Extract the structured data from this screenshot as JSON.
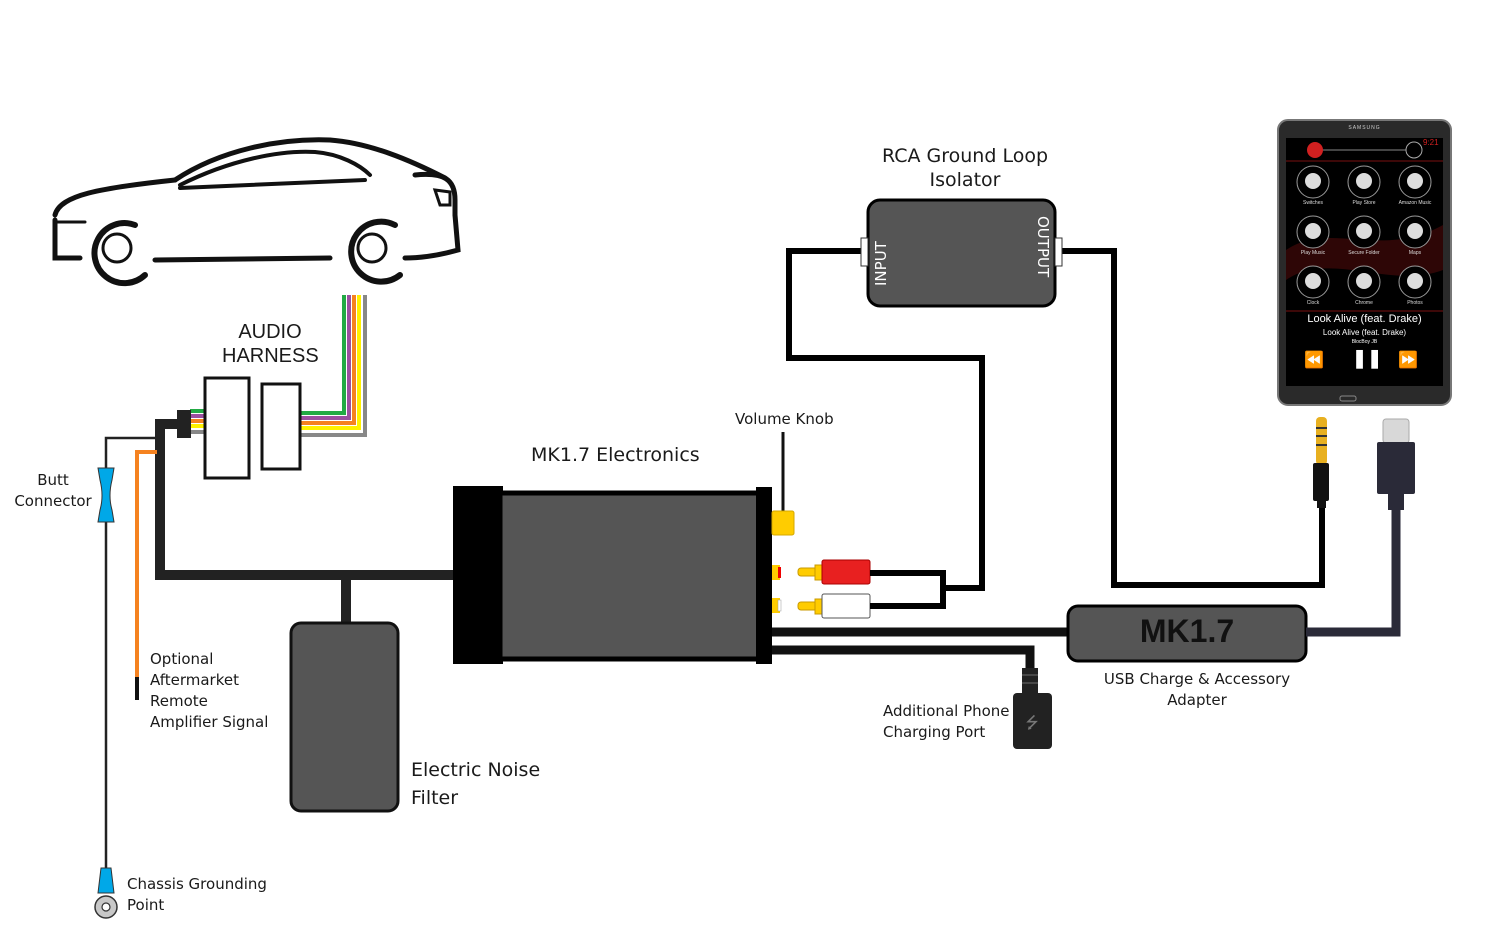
{
  "diagram": {
    "title": "MK1.7 Installation Wiring Diagram",
    "components": {
      "car": {
        "name": "Car"
      },
      "audio_harness": {
        "label_line1": "AUDIO",
        "label_line2": "HARNESS",
        "wire_colors": [
          "#22aa44",
          "#9b4fa0",
          "#f58220",
          "#fff200",
          "#888888"
        ]
      },
      "butt_connector": {
        "label_line1": "Butt",
        "label_line2": "Connector",
        "color": "#00a8e8"
      },
      "remote_amp": {
        "line1": "Optional",
        "line2": "Aftermarket",
        "line3": "Remote",
        "line4": "Amplifier Signal",
        "wire_color": "#f58220"
      },
      "chassis_ground": {
        "line1": "Chassis Grounding",
        "line2": "Point"
      },
      "noise_filter": {
        "line1": "Electric Noise",
        "line2": "Filter"
      },
      "electronics": {
        "label": "MK1.7 Electronics",
        "body_color": "#555555"
      },
      "volume_knob": {
        "label": "Volume Knob",
        "color": "#ffcc00"
      },
      "rca_isolator": {
        "line1": "RCA Ground Loop",
        "line2": "Isolator",
        "input_label": "INPUT",
        "output_label": "OUTPUT"
      },
      "usb_adapter": {
        "badge": "MK1.7",
        "line1": "USB Charge & Accessory",
        "line2": "Adapter"
      },
      "charging_port": {
        "line1": "Additional Phone",
        "line2": "Charging Port"
      },
      "tablet": {
        "brand": "SAMSUNG",
        "time": "9:21",
        "apps": [
          {
            "label": "Switches"
          },
          {
            "label": "Play Store"
          },
          {
            "label": "Amazon Music"
          },
          {
            "label": "Play Music"
          },
          {
            "label": "Secure Folder"
          },
          {
            "label": "Maps"
          },
          {
            "label": "Clock"
          },
          {
            "label": "Chrome"
          },
          {
            "label": "Photos"
          }
        ],
        "now_playing": {
          "title": "Look Alive (feat. Drake)",
          "subtitle": "Look Alive (feat. Drake)",
          "artist": "BlocBoy JB"
        },
        "controls": {
          "prev": "⏪",
          "pause": "❚❚",
          "next": "⏩"
        }
      }
    }
  }
}
